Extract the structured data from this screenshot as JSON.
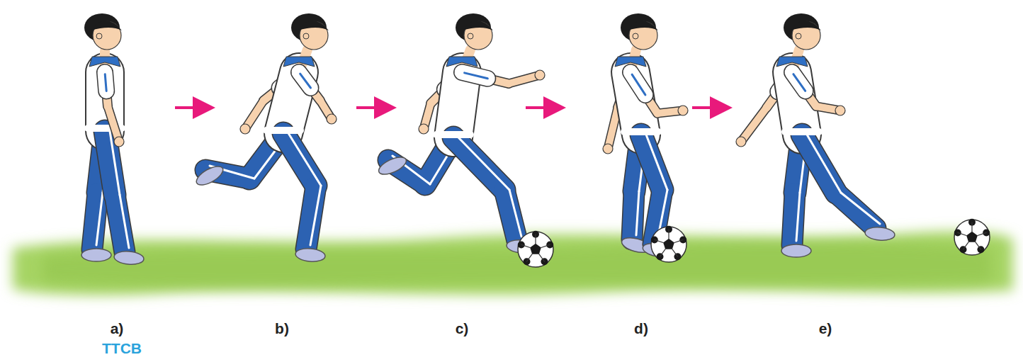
{
  "diagram": {
    "labels": [
      "a)",
      "TTCB",
      "b)",
      "c)",
      "d)",
      "e)"
    ]
  }
}
